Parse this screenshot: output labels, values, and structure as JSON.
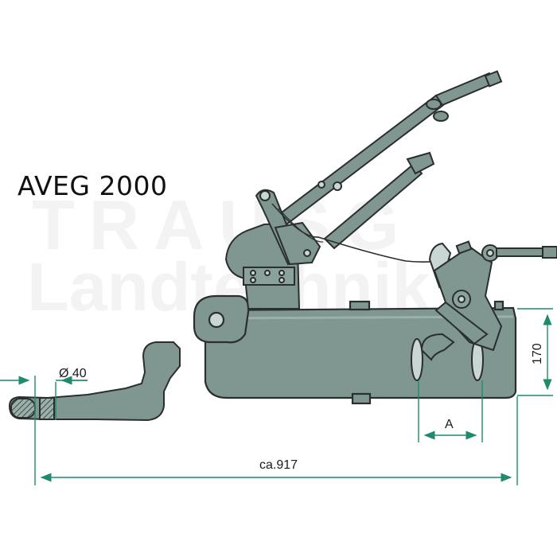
{
  "title": "AVEG 2000",
  "watermark": {
    "line1": "TRAUSG",
    "line2": "Landtechnik"
  },
  "dimensions": {
    "diameter": "Ø 40",
    "height": "170",
    "a": "A",
    "length": "ca.917"
  },
  "colors": {
    "body": "#7f9691",
    "body_light": "#9ab0aa",
    "outline": "#2a2f2e",
    "dimension_line": "#1f8a6d"
  }
}
